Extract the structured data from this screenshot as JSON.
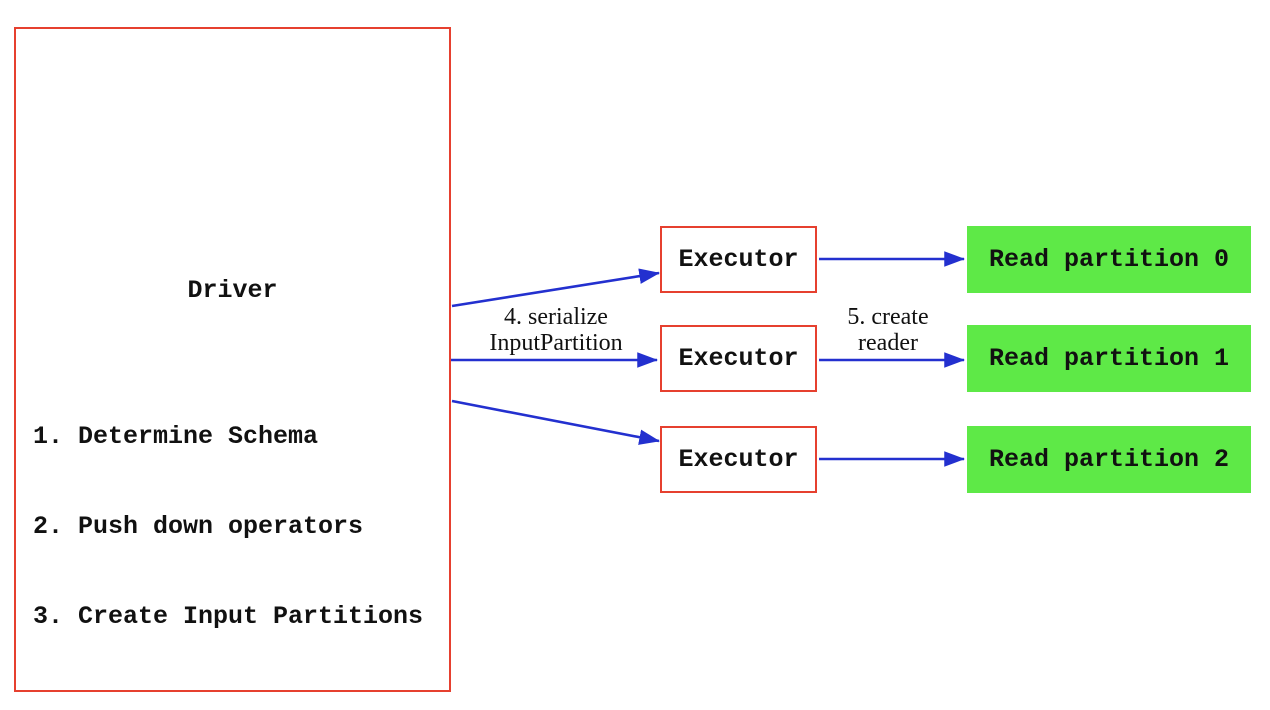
{
  "diagram": {
    "driver": {
      "title": "Driver",
      "steps": [
        "1. Determine Schema",
        "2. Push down operators",
        "3. Create Input Partitions"
      ]
    },
    "executors": [
      {
        "label": "Executor"
      },
      {
        "label": "Executor"
      },
      {
        "label": "Executor"
      }
    ],
    "partitions": [
      {
        "label": "Read partition 0"
      },
      {
        "label": "Read partition 1"
      },
      {
        "label": "Read partition 2"
      }
    ],
    "edge_labels": {
      "serialize": {
        "line1": "4. serialize",
        "line2": "InputPartition"
      },
      "create_reader": {
        "line1": "5. create",
        "line2": "reader"
      }
    },
    "colors": {
      "box_border_red": "#e6402f",
      "arrow_blue": "#2330cf",
      "partition_green": "#5ee947",
      "text_black": "#111111",
      "background": "#ffffff"
    }
  }
}
